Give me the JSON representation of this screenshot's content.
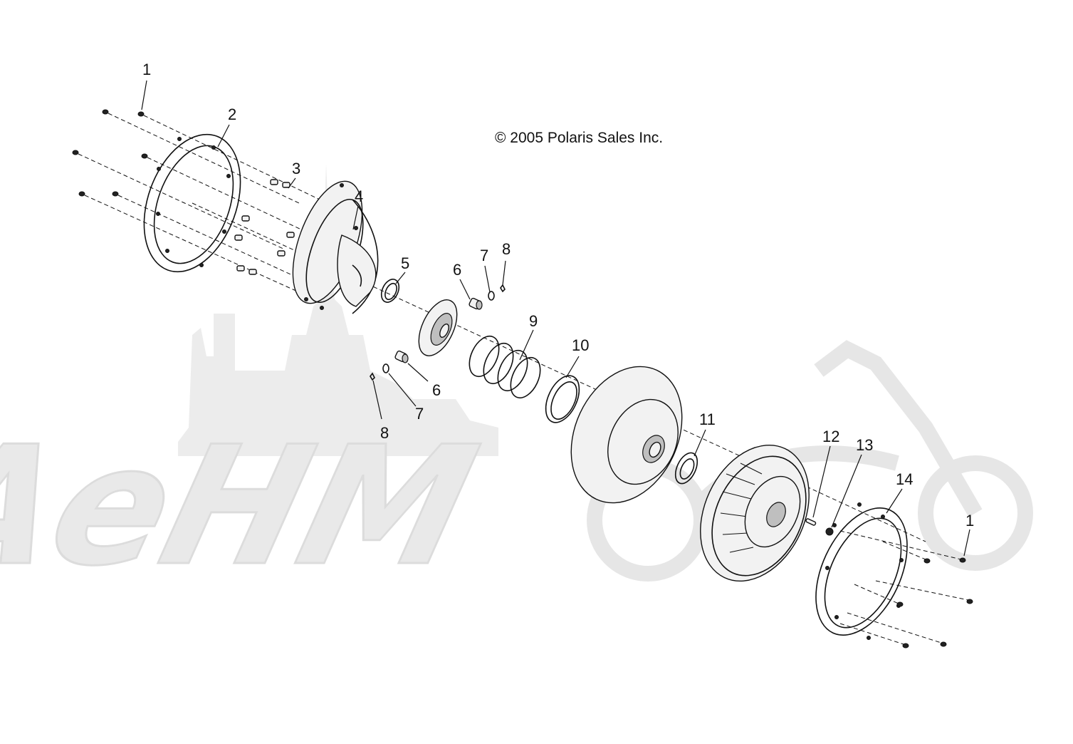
{
  "copyright": "© 2005 Polaris Sales Inc.",
  "watermark": {
    "text": "AeHM"
  },
  "callouts": [
    {
      "id": "c1a",
      "label": "1"
    },
    {
      "id": "c2",
      "label": "2"
    },
    {
      "id": "c3",
      "label": "3"
    },
    {
      "id": "c4",
      "label": "4"
    },
    {
      "id": "c5",
      "label": "5"
    },
    {
      "id": "c6a",
      "label": "6"
    },
    {
      "id": "c7a",
      "label": "7"
    },
    {
      "id": "c8a",
      "label": "8"
    },
    {
      "id": "c9",
      "label": "9"
    },
    {
      "id": "c10",
      "label": "10"
    },
    {
      "id": "c6b",
      "label": "6"
    },
    {
      "id": "c7b",
      "label": "7"
    },
    {
      "id": "c8b",
      "label": "8"
    },
    {
      "id": "c11",
      "label": "11"
    },
    {
      "id": "c12",
      "label": "12"
    },
    {
      "id": "c13",
      "label": "13"
    },
    {
      "id": "c14",
      "label": "14"
    },
    {
      "id": "c1b",
      "label": "1"
    }
  ]
}
